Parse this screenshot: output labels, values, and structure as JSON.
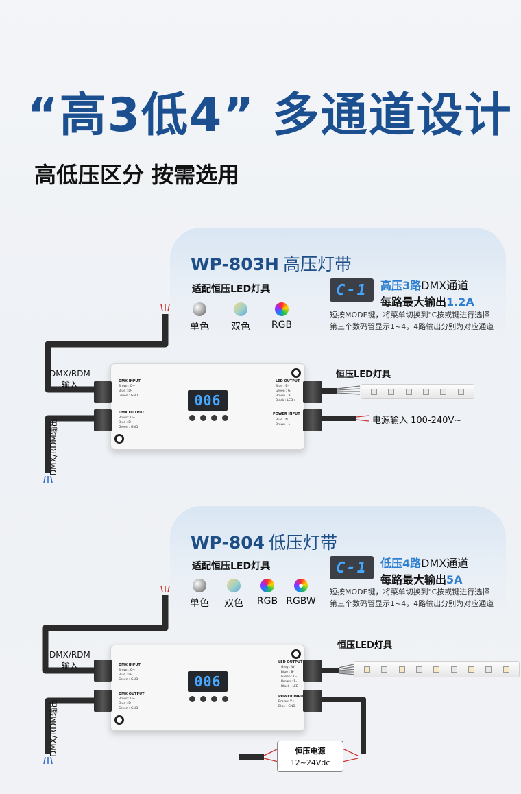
{
  "headline": "“高3低4” 多通道设计",
  "subheadline": "高低压区分 按需选用",
  "products": [
    {
      "model": "WP-803H",
      "voltage_label": "高压灯带",
      "fixture_label": "适配恒压LED灯具",
      "colors": [
        {
          "label": "单色",
          "icon": "mono-color-swatch"
        },
        {
          "label": "双色",
          "icon": "dual-color-swatch"
        },
        {
          "label": "RGB",
          "icon": "rgb-color-swatch"
        }
      ],
      "display_readout": "C-1",
      "channels_prefix": "高压3路",
      "channels_suffix": "DMX通道",
      "output_prefix": "每路最大输出",
      "output_value": "1.2A",
      "note_line1": "短按MODE键，将菜单切换到\"C按或键进行选择",
      "note_line2": "第三个数码管显示1~4，4路输出分别为对应通道",
      "device_display": "006",
      "dmx_input_title": "DMX INPUT",
      "dmx_input_rows": [
        "Brown: D+",
        "Blue   : D-",
        "Green : GND"
      ],
      "dmx_output_title": "DMX OUTPUT",
      "dmx_output_rows": [
        "Brown: D+",
        "Blue   : D-",
        "Green : GND"
      ],
      "led_output_title": "LED OUTPUT",
      "led_output_rows": [
        "Blue   : B-",
        "Green : G-",
        "Brown : R-",
        "Black  : LED+"
      ],
      "power_input_title": "POWER INPUT",
      "power_input_rows": [
        "Blue   : N",
        "Brown : L"
      ],
      "dmx_in_label_1": "DMX/RDM",
      "dmx_in_label_2": "输入",
      "dmx_out_label": "DMX/RDM输出",
      "led_fixture_label": "恒压LED灯具",
      "power_label": "电源输入 100-240V~"
    },
    {
      "model": "WP-804",
      "voltage_label": "低压灯带",
      "fixture_label": "适配恒压LED灯具",
      "colors": [
        {
          "label": "单色",
          "icon": "mono-color-swatch"
        },
        {
          "label": "双色",
          "icon": "dual-color-swatch"
        },
        {
          "label": "RGB",
          "icon": "rgb-color-swatch"
        },
        {
          "label": "RGBW",
          "icon": "rgbw-color-swatch"
        }
      ],
      "display_readout": "C-1",
      "channels_prefix": "低压4路",
      "channels_suffix": "DMX通道",
      "output_prefix": "每路最大输出",
      "output_value": "5A",
      "note_line1": "短按MODE键，将菜单切换到\"C按或键进行选择",
      "note_line2": "第三个数码管显示1~4，4路输出分别为对应通道",
      "device_display": "006",
      "dmx_input_title": "DMX INPUT",
      "dmx_input_rows": [
        "Brown: D+",
        "Blue   : D-",
        "Green : GND"
      ],
      "dmx_output_title": "DMX OUTPUT",
      "dmx_output_rows": [
        "Brown: D+",
        "Blue   : D-",
        "Green : GND"
      ],
      "led_output_title": "LED OUTPUT",
      "led_output_rows": [
        "Grey   : W-",
        "Blue   : B-",
        "Green : G-",
        "Brown : R-",
        "Black  : LED+"
      ],
      "power_input_title": "POWER INPUT",
      "power_input_rows": [
        "Brown: V+",
        "Blue   : GND"
      ],
      "dmx_in_label_1": "DMX/RDM",
      "dmx_in_label_2": "输入",
      "dmx_out_label": "DMX/RDM输出",
      "led_fixture_label": "恒压LED灯具",
      "psu_title": "恒压电源",
      "psu_voltage": "12~24Vdc"
    }
  ],
  "colors": {
    "headline_blue": "#1b4f8f",
    "highlight_blue": "#2e7fd0",
    "segment_blue": "#43a6ff"
  }
}
